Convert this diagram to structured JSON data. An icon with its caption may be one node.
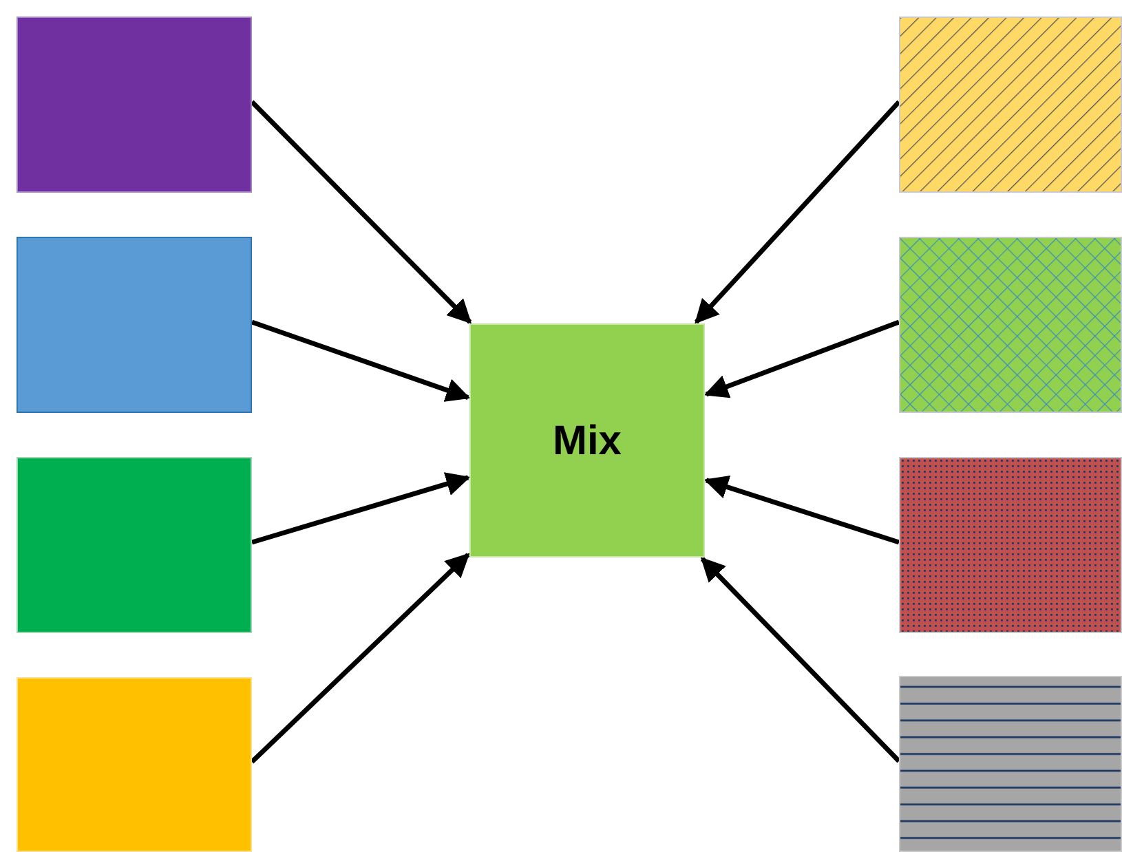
{
  "diagram": {
    "nodes": [
      {
        "text": [],
        "shape": "box"
      },
      {
        "text": [],
        "shape": "box"
      },
      {
        "text": [],
        "shape": "box"
      },
      {
        "text": [],
        "shape": "box"
      },
      {
        "text": [
          "Mix"
        ]
      },
      {
        "text": [],
        "shape": "box"
      },
      {
        "text": [],
        "shape": "box"
      },
      {
        "text": [],
        "shape": "box"
      },
      {
        "text": [],
        "shape": "box"
      }
    ],
    "edges": [
      {
        "from": 0,
        "to": 4,
        "arrow": "to"
      },
      {
        "from": 1,
        "to": 4,
        "arrow": "to"
      },
      {
        "from": 2,
        "to": 4,
        "arrow": "to"
      },
      {
        "from": 3,
        "to": 4,
        "arrow": "to"
      },
      {
        "from": 5,
        "to": 4,
        "arrow": "to"
      },
      {
        "from": 6,
        "to": 4,
        "arrow": "to"
      },
      {
        "from": 7,
        "to": 4,
        "arrow": "to"
      },
      {
        "from": 8,
        "to": 4,
        "arrow": "to"
      }
    ]
  }
}
